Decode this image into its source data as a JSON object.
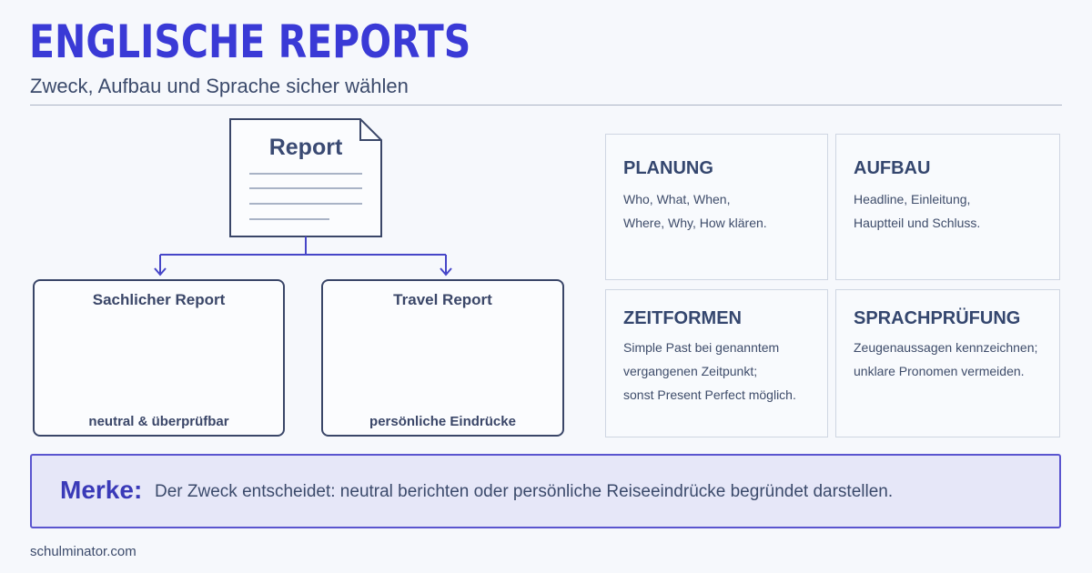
{
  "header": {
    "title": "ENGLISCHE REPORTS",
    "subtitle": "Zweck, Aufbau und Sprache sicher wählen"
  },
  "diagram": {
    "root_label": "Report",
    "left_card": {
      "title": "Sachlicher Report",
      "caption": "neutral & überprüfbar"
    },
    "right_card": {
      "title": "Travel Report",
      "caption": "persönliche Eindrücke"
    }
  },
  "grid": [
    {
      "heading": "PLANUNG",
      "lines": [
        "Who, What, When,",
        "Where, Why, How klären."
      ]
    },
    {
      "heading": "AUFBAU",
      "lines": [
        "Headline, Einleitung,",
        "Hauptteil und Schluss."
      ]
    },
    {
      "heading": "ZEITFORMEN",
      "lines": [
        "Simple Past bei genanntem",
        "vergangenen Zeitpunkt;",
        "sonst Present Perfect möglich."
      ]
    },
    {
      "heading": "SPRACHPRÜFUNG",
      "lines": [
        "Zeugenaussagen kennzeichnen;",
        "unklare Pronomen vermeiden."
      ]
    }
  ],
  "note": {
    "label": "Merke:",
    "text": "Der Zweck entscheidet: neutral berichten oder persönliche Reiseeindrücke begründet darstellen."
  },
  "footer": {
    "text": "schulminator.com"
  },
  "colors": {
    "accent": "#3a3ad6",
    "ink": "#3a4668",
    "note_bg": "#e6e7f8"
  },
  "icons": [
    "document-icon",
    "checkbox-icon",
    "check-circle-icon",
    "location-pin-icon",
    "mountains-icon",
    "flag-icon",
    "dashed-route-icon"
  ]
}
